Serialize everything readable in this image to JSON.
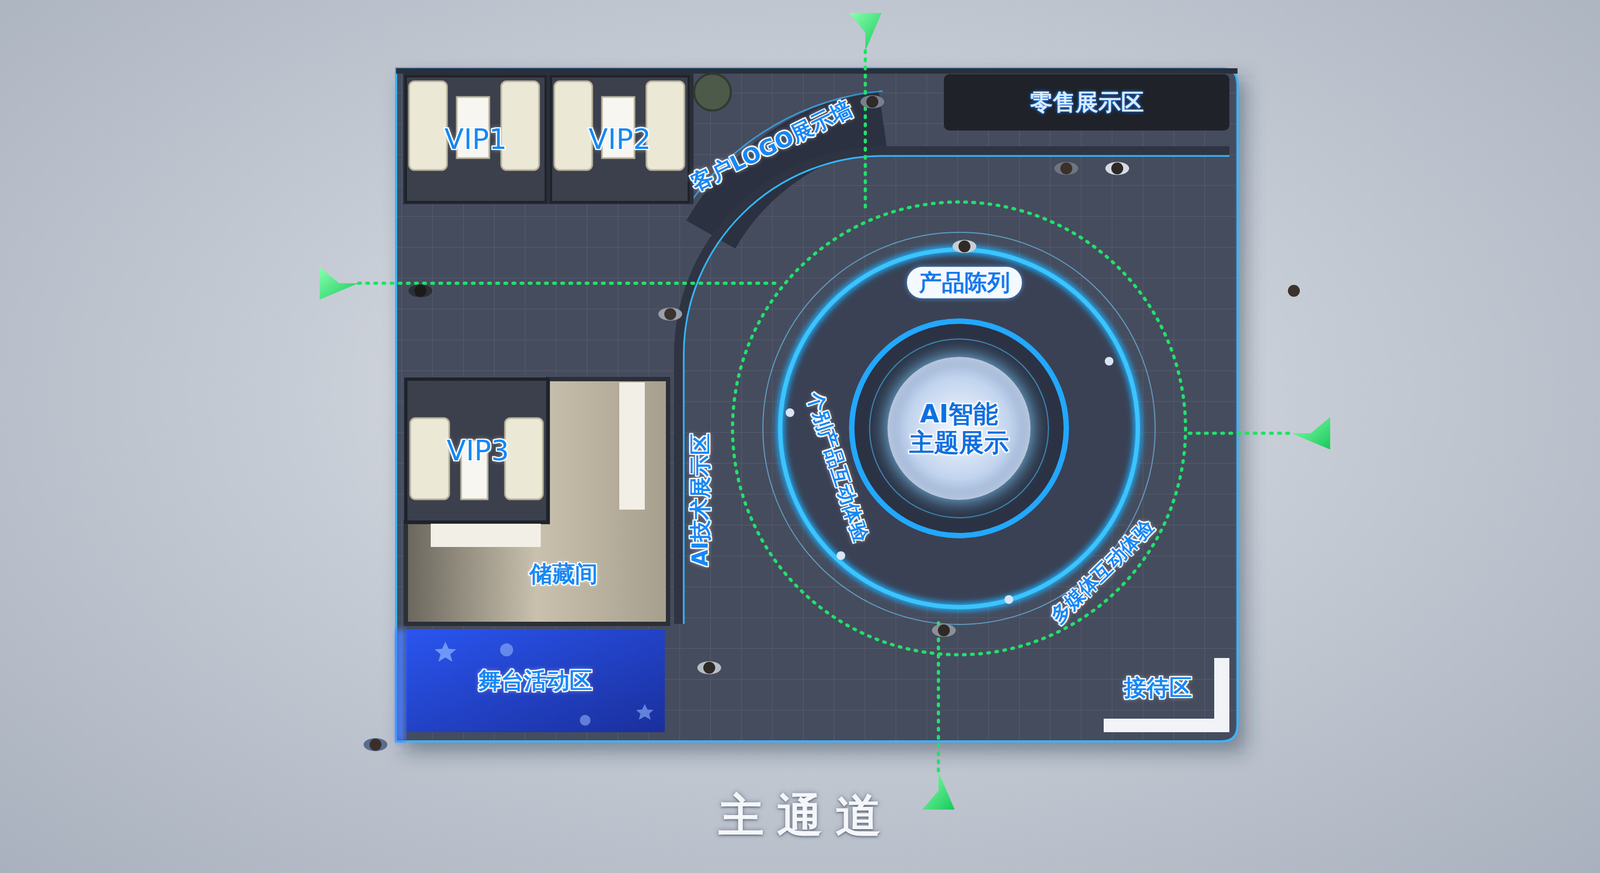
{
  "diagram": {
    "nodes": [
      {
        "text": [
          "VIP1"
        ]
      },
      {
        "text": [
          "VIP2"
        ]
      },
      {
        "text": [
          "零售展示区"
        ]
      },
      {
        "text": [
          "VIP3"
        ]
      },
      {
        "text": [
          "储藏间"
        ]
      },
      {
        "text": [
          "舞台活动区"
        ]
      },
      {
        "text": [
          "接待区"
        ]
      },
      {
        "text": [
          "AI智能 主题展示"
        ]
      }
    ],
    "labels": [
      "客户LOGO展示墙",
      "产品陈列",
      "个别产品互动体验",
      "多媒体互动体验",
      "AI技术展示区",
      "主通道"
    ]
  }
}
